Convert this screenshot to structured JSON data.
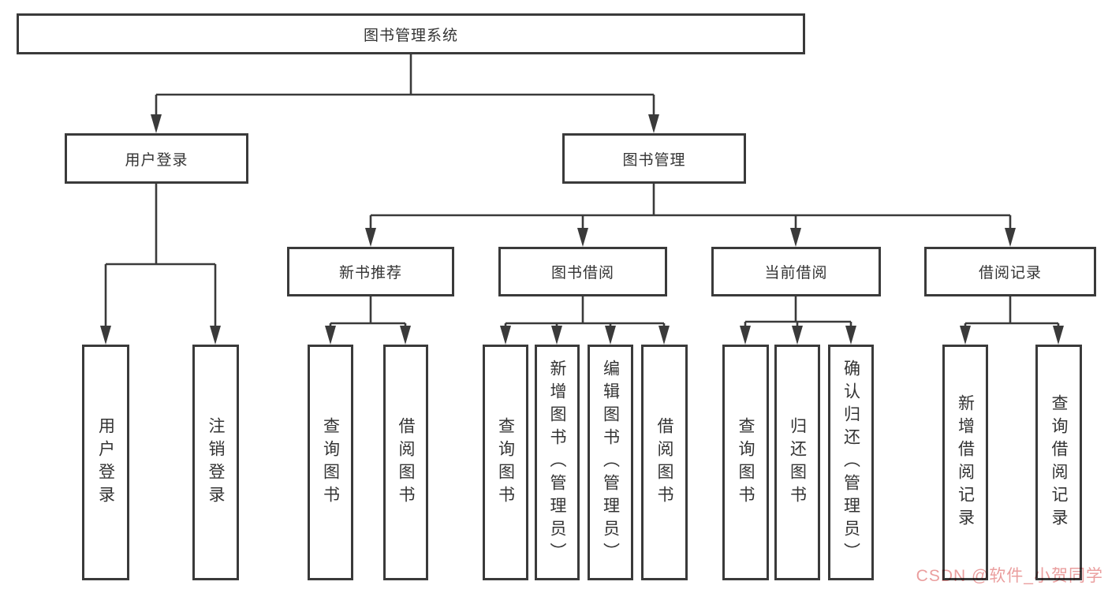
{
  "diagram": {
    "root": {
      "label": "图书管理系统"
    },
    "branches": [
      {
        "label": "用户登录",
        "children": [
          {
            "label": "用户登录"
          },
          {
            "label": "注销登录"
          }
        ]
      },
      {
        "label": "图书管理",
        "children": [
          {
            "label": "新书推荐",
            "children": [
              {
                "label": "查询图书"
              },
              {
                "label": "借阅图书"
              }
            ]
          },
          {
            "label": "图书借阅",
            "children": [
              {
                "label": "查询图书"
              },
              {
                "label": "新增图书（管理员）"
              },
              {
                "label": "编辑图书（管理员）"
              },
              {
                "label": "借阅图书"
              }
            ]
          },
          {
            "label": "当前借阅",
            "children": [
              {
                "label": "查询图书"
              },
              {
                "label": "归还图书"
              },
              {
                "label": "确认归还（管理员）"
              }
            ]
          },
          {
            "label": "借阅记录",
            "children": [
              {
                "label": "新增借阅记录"
              },
              {
                "label": "查询借阅记录"
              }
            ]
          }
        ]
      }
    ]
  },
  "watermark": {
    "text": "CSDN @软件_小贺同学"
  },
  "colors": {
    "line": "#3a3a3a",
    "box_border": "#3a3a3a",
    "box_background": "#ffffff",
    "text": "#333333",
    "watermark": "#ea9e9e"
  }
}
